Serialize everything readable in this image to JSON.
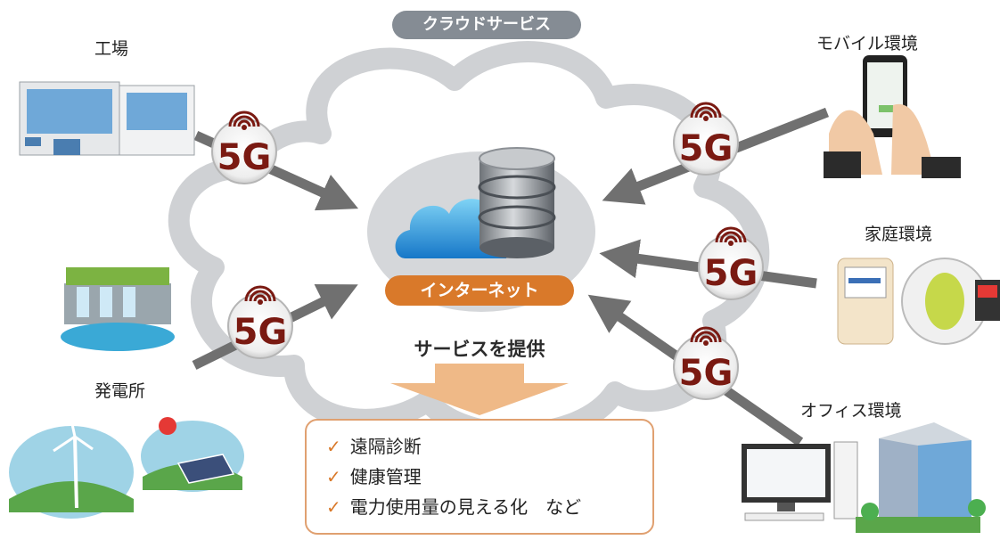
{
  "cloud_service_label": "クラウドサービス",
  "internet_label": "インターネット",
  "provide_label": "サービスを提供",
  "services": [
    "遠隔診断",
    "健康管理",
    "電力使用量の見える化　など"
  ],
  "nodes": {
    "factory": "工場",
    "power_plant": "発電所",
    "mobile": "モバイル環境",
    "home": "家庭環境",
    "office": "オフィス環境"
  },
  "badge_text": "5G",
  "colors": {
    "cloud_pill": "#858c94",
    "internet_pill": "#d9792a",
    "badge_text": "#7a1a12",
    "arrow": "#707070",
    "service_arrow": "#efb987"
  },
  "icons": [
    "database-icon",
    "cloud-icon",
    "signal-icon",
    "check-icon",
    "factory-icon",
    "dam-icon",
    "wind-turbine-icon",
    "solar-panel-icon",
    "smartphone-icon",
    "gas-meter-icon",
    "blood-pressure-monitor-icon",
    "desktop-computer-icon",
    "office-building-icon"
  ]
}
